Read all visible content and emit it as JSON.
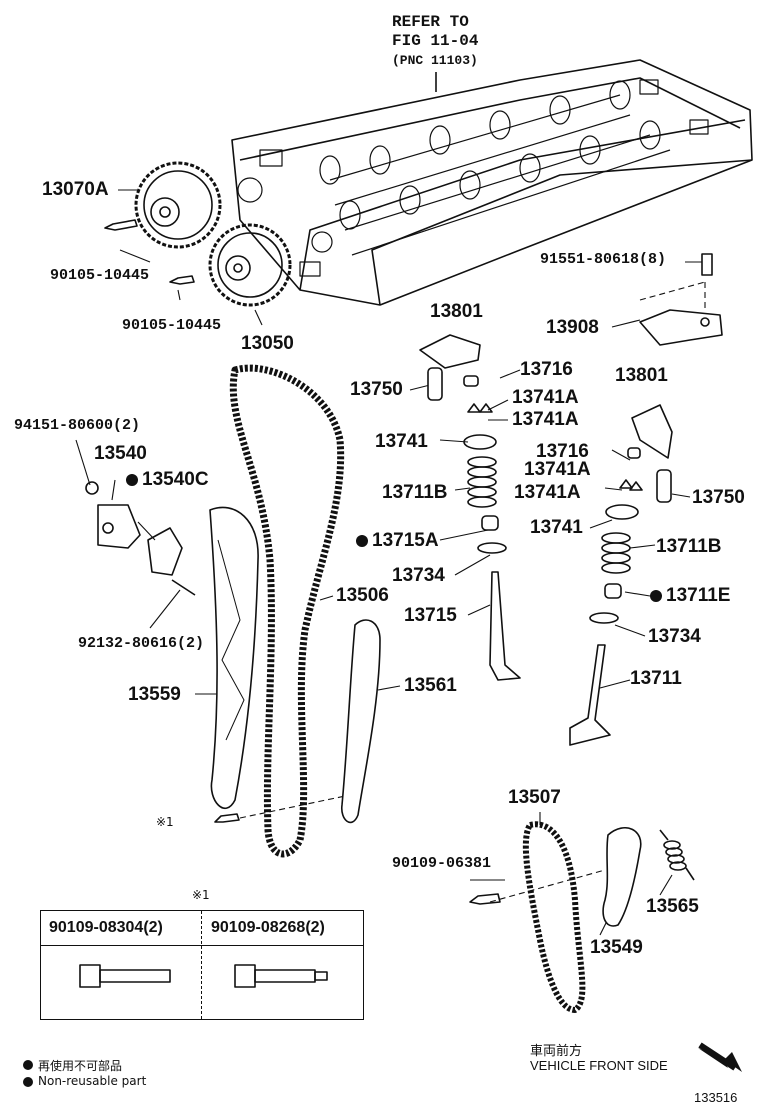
{
  "refer": {
    "line1": "REFER TO",
    "line2": "FIG 11-04",
    "line3": "(PNC 11103)"
  },
  "parts": {
    "p13070A": "13070A",
    "p90105_a": "90105-10445",
    "p90105_b": "90105-10445",
    "p13050": "13050",
    "p91551": "91551-80618(8)",
    "p13908": "13908",
    "p13801_a": "13801",
    "p13716_a": "13716",
    "p13750_a": "13750",
    "p13741A_a": "13741A",
    "p13741A_b": "13741A",
    "p13741_a": "13741",
    "p13711B_a": "13711B",
    "p13715A": "13715A",
    "p13734_a": "13734",
    "p13715": "13715",
    "p13801_b": "13801",
    "p13716_b": "13716",
    "p13741A_c": "13741A",
    "p13741A_d": "13741A",
    "p13750_b": "13750",
    "p13741_b": "13741",
    "p13711B_b": "13711B",
    "p13711E": "13711E",
    "p13734_b": "13734",
    "p13711": "13711",
    "p94151": "94151-80600(2)",
    "p13540": "13540",
    "p13540C": "13540C",
    "p92132": "92132-80616(2)",
    "p13506": "13506",
    "p13559": "13559",
    "p13561": "13561",
    "p13507": "13507",
    "p90109_06381": "90109-06381",
    "p13565": "13565",
    "p13549": "13549"
  },
  "ref_mark_bolt": "※1",
  "ref_mark_box": "※1",
  "box": {
    "left": "90109-08304(2)",
    "right": "90109-08268(2)"
  },
  "legend": {
    "jp": "再使用不可部品",
    "en": "Non-reusable part"
  },
  "direction": {
    "jp": "車両前方",
    "en": "VEHICLE FRONT SIDE"
  },
  "figure_number": "133516"
}
